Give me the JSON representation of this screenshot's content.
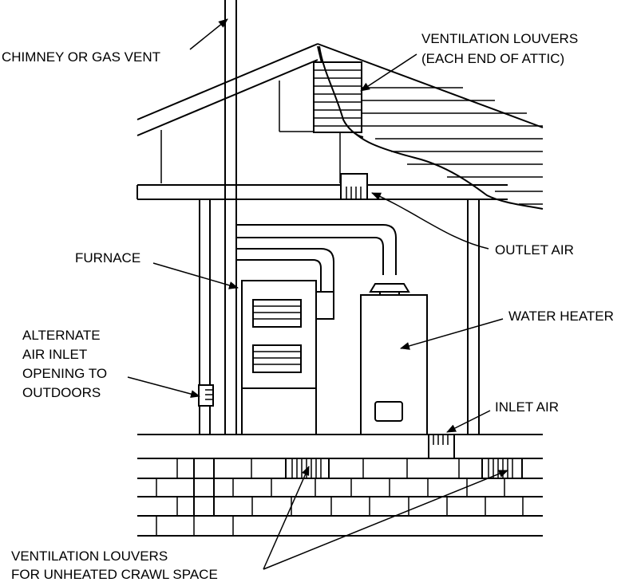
{
  "labels": {
    "chimney": "CHIMNEY OR GAS VENT",
    "attic_louvers_1": "VENTILATION LOUVERS",
    "attic_louvers_2": "(EACH END OF ATTIC)",
    "outlet_air": "OUTLET AIR",
    "furnace": "FURNACE",
    "water_heater": "WATER HEATER",
    "alt_inlet_1": "ALTERNATE",
    "alt_inlet_2": "AIR INLET",
    "alt_inlet_3": "OPENING TO",
    "alt_inlet_4": "OUTDOORS",
    "inlet_air": "INLET AIR",
    "crawl_louvers_1": "VENTILATION LOUVERS",
    "crawl_louvers_2": "FOR UNHEATED CRAWL SPACE"
  },
  "colors": {
    "ink": "#000000",
    "paper": "#ffffff"
  }
}
